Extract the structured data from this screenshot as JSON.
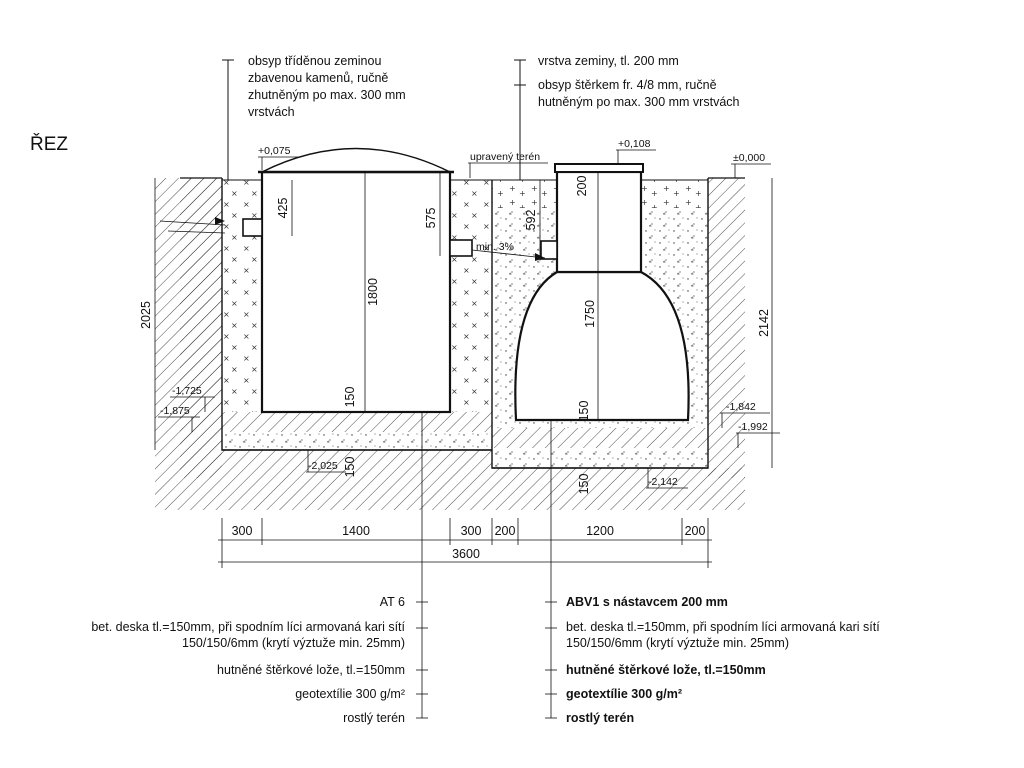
{
  "title": "ŘEZ",
  "notes_left": [
    "obsyp tříděnou zeminou",
    "zbavenou kamenů, ručně",
    "zhutněným po max. 300 mm",
    "vrstvách"
  ],
  "notes_right": [
    "vrstva zeminy, tl. 200 mm",
    "obsyp štěrkem fr. 4/8 mm, ručně",
    "hutněným po max. 300 mm vrstvách"
  ],
  "levels": {
    "l_p0075": "+0,075",
    "l_upraveny": "upravený terén",
    "l_p0108": "+0,108",
    "l_000": "±0,000",
    "l_m1725": "-1,725",
    "l_m1875": "-1,875",
    "l_m2025": "-2,025",
    "l_m1842": "-1,842",
    "l_m1992": "-1,992",
    "l_m2142": "-2,142"
  },
  "dims": {
    "d_425": "425",
    "d_575": "575",
    "d_592": "592",
    "d_200top": "200",
    "d_1800": "1800",
    "d_1750": "1750",
    "d_150a": "150",
    "d_150b": "150",
    "d_150c": "150",
    "d_150d": "150",
    "d_2025": "2025",
    "d_2142": "2142",
    "d_min3": "min. 3%",
    "h_300a": "300",
    "h_1400": "1400",
    "h_300b": "300",
    "h_200a": "200",
    "h_1200": "1200",
    "h_200b": "200",
    "h_3600": "3600"
  },
  "legend_left": {
    "title": "AT 6",
    "line1": "bet. deska tl.=150mm, při spodním líci armovaná  kari sítí",
    "line2": "150/150/6mm (krytí výztuže min. 25mm)",
    "line3": "hutněné štěrkové lože, tl.=150mm",
    "line4": "geotextílie 300 g/m²",
    "line5": "rostlý terén"
  },
  "legend_right": {
    "title": "ABV1 s nástavcem 200 mm",
    "line1": "bet. deska tl.=150mm, při spodním líci armovaná  kari sítí",
    "line2": "150/150/6mm (krytí výztuže min. 25mm)",
    "line3": "hutněné štěrkové lože, tl.=150mm",
    "line4": "geotextílie 300 g/m²",
    "line5": "rostlý terén"
  }
}
